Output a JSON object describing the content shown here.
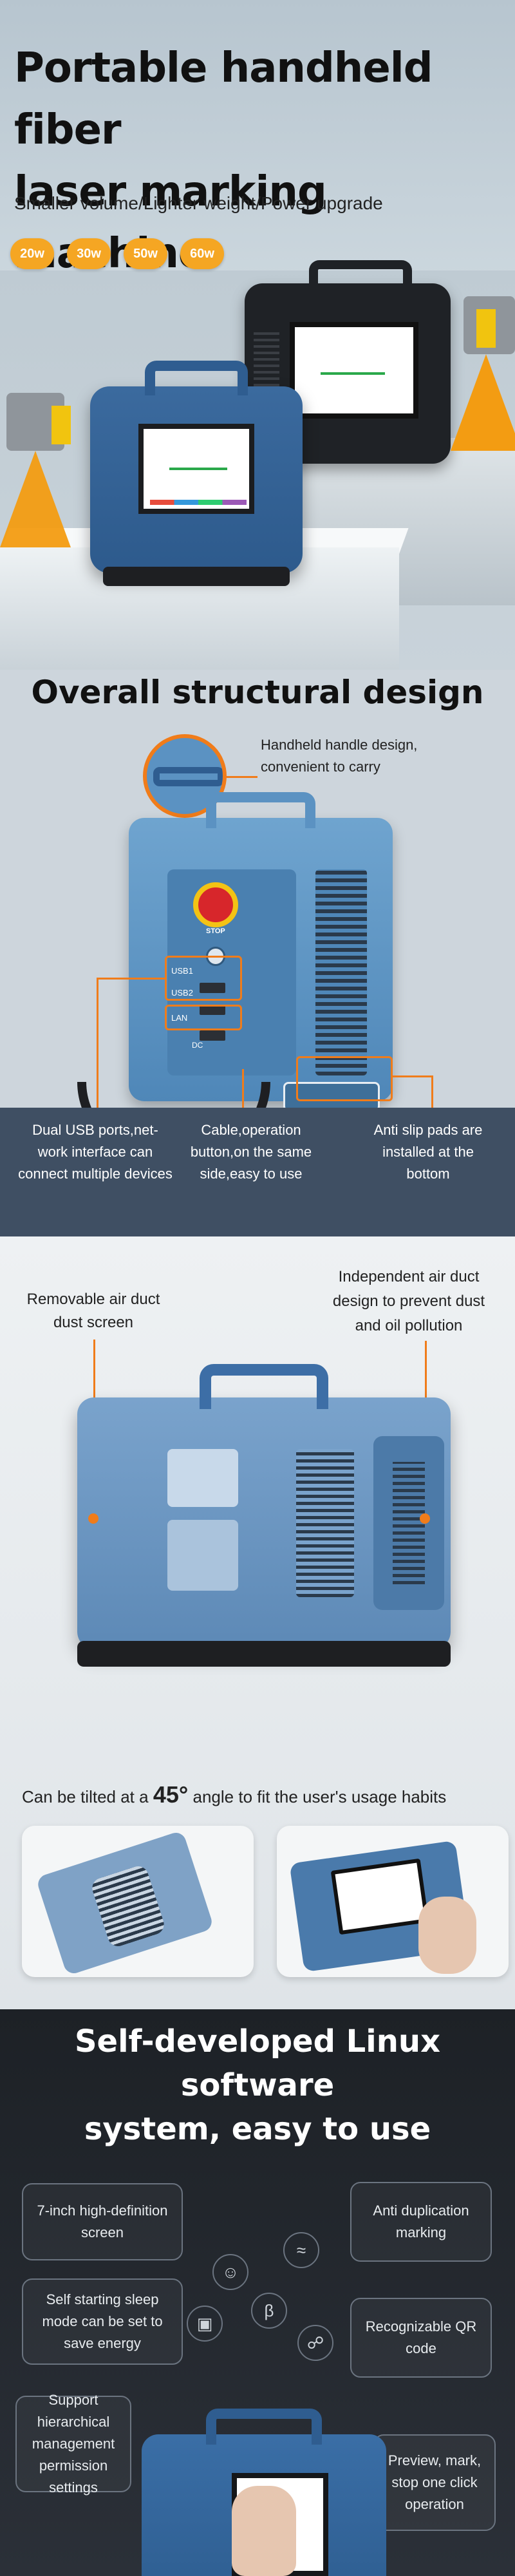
{
  "hero": {
    "title_line1": "Portable handheld fiber",
    "title_line2": "laser marking machine",
    "subtitle": "Smaller volume/Lighter weight/Power upgrade",
    "badges": [
      "20w",
      "30w",
      "50w",
      "60w"
    ]
  },
  "structure": {
    "title": "Overall structural design",
    "callout_top": "Handheld handle design, convenient to carry",
    "port_labels": [
      "USB1",
      "USB2",
      "LAN",
      "DC"
    ],
    "estop_label": "STOP",
    "band": {
      "left": "Dual USB ports,net-work interface can connect multiple devices",
      "center": "Cable,operation button,on the same side,easy to use",
      "right": "Anti slip pads are installed at the bottom"
    }
  },
  "duct": {
    "callout_left": "Removable air duct dust screen",
    "callout_right": "Independent air duct design to prevent dust and oil pollution",
    "tilt_prefix": "Can be tilted at a",
    "tilt_angle": "45°",
    "tilt_suffix": "angle to fit the user's usage habits"
  },
  "software": {
    "title_line1": "Self-developed Linux software",
    "title_line2": "system, easy to use",
    "features": {
      "screen": "7-inch high-definition screen",
      "sleep": "Self starting sleep mode can be set to save energy",
      "permission": "Support hierarchical management permission settings",
      "dup": "Anti duplication marking",
      "qr": "Recognizable QR code",
      "preview": "Preview, mark, stop one click operation"
    },
    "icons": [
      "user-lock-icon",
      "wifi-icon",
      "bluetooth-icon",
      "qr-scan-icon",
      "usb-icon"
    ]
  },
  "colors": {
    "accent": "#f5a623",
    "callout_line": "#f07c1a",
    "machine_blue": "#2d5a8c",
    "band": "#3f4f63",
    "software_bg": "#1d2126"
  }
}
